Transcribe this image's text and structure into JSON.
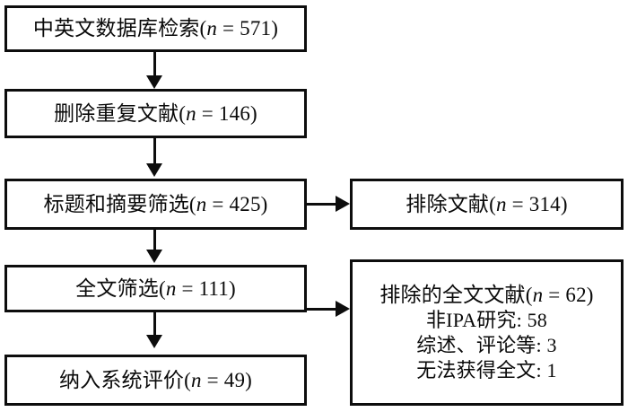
{
  "diagram": {
    "title": "PRISMA literature screening flow chart",
    "stroke_color": "#0d0d0d",
    "background_color": "#ffffff",
    "boxes": {
      "search": {
        "text": "中英文数据库检索(n = 571)"
      },
      "dedup": {
        "text": "删除重复文献(n = 146)"
      },
      "title_abstract": {
        "text": "标题和摘要筛选(n = 425)"
      },
      "excluded_records": {
        "text": "排除文献(n = 314)"
      },
      "fulltext": {
        "text": "全文筛选(n = 111)"
      },
      "excluded_fulltext": {
        "heading": "排除的全文文献(n = 62)",
        "reason_1": "非IPA研究: 58",
        "reason_2": "综述、评论等: 3",
        "reason_3": "无法获得全文: 1"
      },
      "included": {
        "text": "纳入系统评价(n = 49)"
      }
    },
    "counts": {
      "records_identified": 571,
      "duplicates_removed": 146,
      "records_screened": 425,
      "records_excluded": 314,
      "fulltext_assessed": 111,
      "fulltext_excluded": 62,
      "fulltext_excluded_non_ipa": 58,
      "fulltext_excluded_review": 3,
      "fulltext_excluded_unavailable": 1,
      "studies_included": 49
    },
    "connectors": [
      {
        "name": "search-to-dedup",
        "type": "arrow-down"
      },
      {
        "name": "dedup-to-title-abstract",
        "type": "arrow-down"
      },
      {
        "name": "title-abstract-to-excluded-records",
        "type": "arrow-right"
      },
      {
        "name": "title-abstract-to-fulltext",
        "type": "arrow-down"
      },
      {
        "name": "fulltext-to-excluded-fulltext",
        "type": "arrow-right"
      },
      {
        "name": "fulltext-to-included",
        "type": "arrow-down"
      }
    ]
  }
}
